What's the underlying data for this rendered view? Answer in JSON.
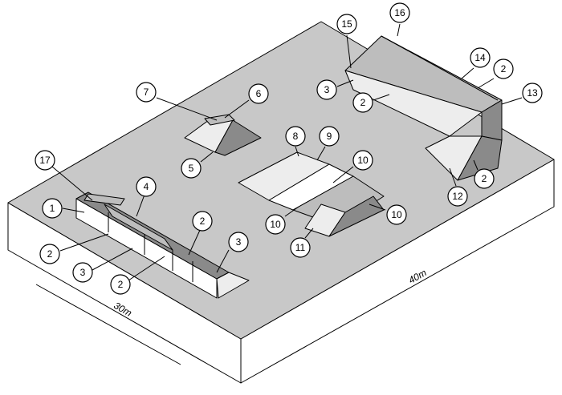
{
  "callouts": [
    {
      "label": "1"
    },
    {
      "label": "2"
    },
    {
      "label": "3"
    },
    {
      "label": "2"
    },
    {
      "label": "4"
    },
    {
      "label": "17"
    },
    {
      "label": "2"
    },
    {
      "label": "3"
    },
    {
      "label": "7"
    },
    {
      "label": "6"
    },
    {
      "label": "5"
    },
    {
      "label": "8"
    },
    {
      "label": "9"
    },
    {
      "label": "10"
    },
    {
      "label": "10"
    },
    {
      "label": "10"
    },
    {
      "label": "11"
    },
    {
      "label": "15"
    },
    {
      "label": "16"
    },
    {
      "label": "14"
    },
    {
      "label": "2"
    },
    {
      "label": "3"
    },
    {
      "label": "2"
    },
    {
      "label": "13"
    },
    {
      "label": "12"
    },
    {
      "label": "2"
    }
  ],
  "dimensions": {
    "width_label": "30m",
    "length_label": "40m"
  },
  "colors": {
    "slab_top": "#c8c8c8",
    "slab_side": "#ffffff",
    "ramp_light": "#ededed",
    "ramp_mid": "#bdbdbd",
    "ramp_dark": "#8a8a8a"
  }
}
